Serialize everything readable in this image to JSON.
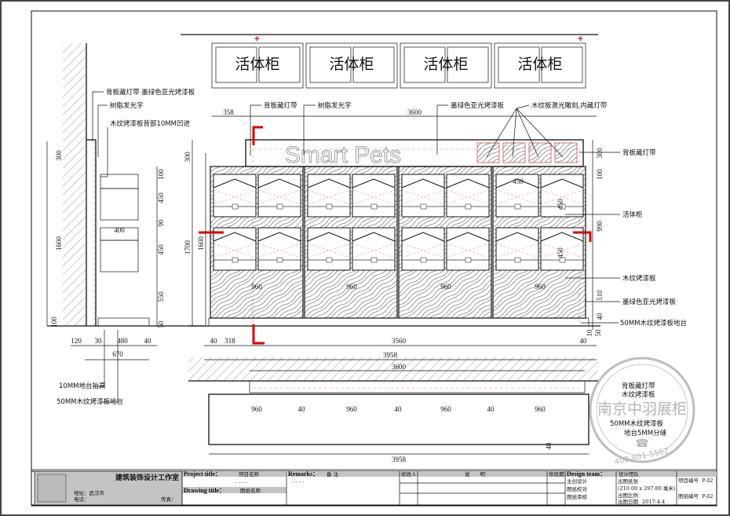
{
  "top_cabinets": {
    "labels": [
      "活体柜",
      "活体柜",
      "活体柜",
      "活体柜"
    ]
  },
  "sign_text": "Smart Pets",
  "elevation": {
    "labels": {
      "left_1": "背板藏灯带 墨绿色亚光烤漆板",
      "left_2": "树脂发光字",
      "left_3": "木纹烤漆板背部10MM凹进",
      "top_1": "背板藏灯带",
      "top_2": "树脂发光字",
      "top_3": "墨绿色亚光烤漆板",
      "top_4": "木纹板激光雕刻,内藏灯带",
      "right_1": "背板藏灯带",
      "right_2": "活体柜",
      "right_3": "木纹烤漆板",
      "right_4": "墨绿色亚光烤漆板",
      "right_5": "50MM木纹烤漆板地台",
      "bottom_1": "10MM地台抬高",
      "bottom_2": "50MM木纹烤漆板地台"
    },
    "dims": {
      "top_358": "358",
      "top_3600": "3600",
      "side_300": "300",
      "side_1600": "1600",
      "side_100": "100",
      "side_120": "120",
      "side_30": "30",
      "side_480": "480",
      "side_40": "40",
      "side_670": "670",
      "side_400": "400",
      "mid_300": "300",
      "mid_1700": "1700",
      "mid_100": "100",
      "mid_450a": "450",
      "mid_90": "90",
      "mid_450b": "450",
      "mid_550": "550",
      "mid_50": "50",
      "mid_1600": "1600",
      "bot_40a": "40",
      "bot_318": "318",
      "bot_3560": "3560",
      "bot_40b": "40",
      "bot_3958": "3958",
      "w960": [
        "960",
        "960",
        "960",
        "960"
      ],
      "r_300": "300",
      "r_100": "100",
      "r_990": "990",
      "r_510": "510",
      "r_40": "40",
      "r_10": "10",
      "r_50": "50",
      "in_450": "450",
      "in_450b": "450",
      "in_450c": "450"
    }
  },
  "plan": {
    "dims": {
      "d3600": "3600",
      "w960": [
        "960",
        "960",
        "960",
        "960"
      ],
      "gap": [
        "40",
        "40",
        "40"
      ],
      "d3958": "3958",
      "r40": "40"
    },
    "labels": {
      "r1": "背板藏灯带",
      "r2": "木纹烤漆板",
      "r3": "50MM木纹烤漆板",
      "r4": "地台5MM分缝"
    }
  },
  "watermark": {
    "name": "南京中羽展柜",
    "phone": "400-801-5562"
  },
  "title_block": {
    "company": "建筑装饰设计工作室",
    "address_label": "地址：武汉市",
    "phone_label": "电话：",
    "fax_label": "传真：",
    "project_title": "Project title：",
    "project_title_cn": "项目名称",
    "project_value": "- - - -",
    "drawing_title": "Drawing title：",
    "drawing_title_cn": "图纸名称",
    "remarks": "Remarks：",
    "remarks_cn": "备 注",
    "remarks_value": "- - - -",
    "modifier": "修改人",
    "description": "说　　明",
    "modified_date": "修改期",
    "design_team": "Design team：",
    "design_team_cn": "设计团队",
    "roles": [
      "主创设计",
      "图纸校对",
      "图纸审核"
    ],
    "paper_label": "出图纸张",
    "paper_value": "(210.00 x 297.00 毫米)",
    "scale_label": "出图比例",
    "date_label": "出图日期",
    "date_value": "2017-4-4",
    "project_no_label": "项目编号",
    "project_no": "P-02",
    "drawing_no_label": "图纸编号",
    "drawing_no": "P-02"
  }
}
